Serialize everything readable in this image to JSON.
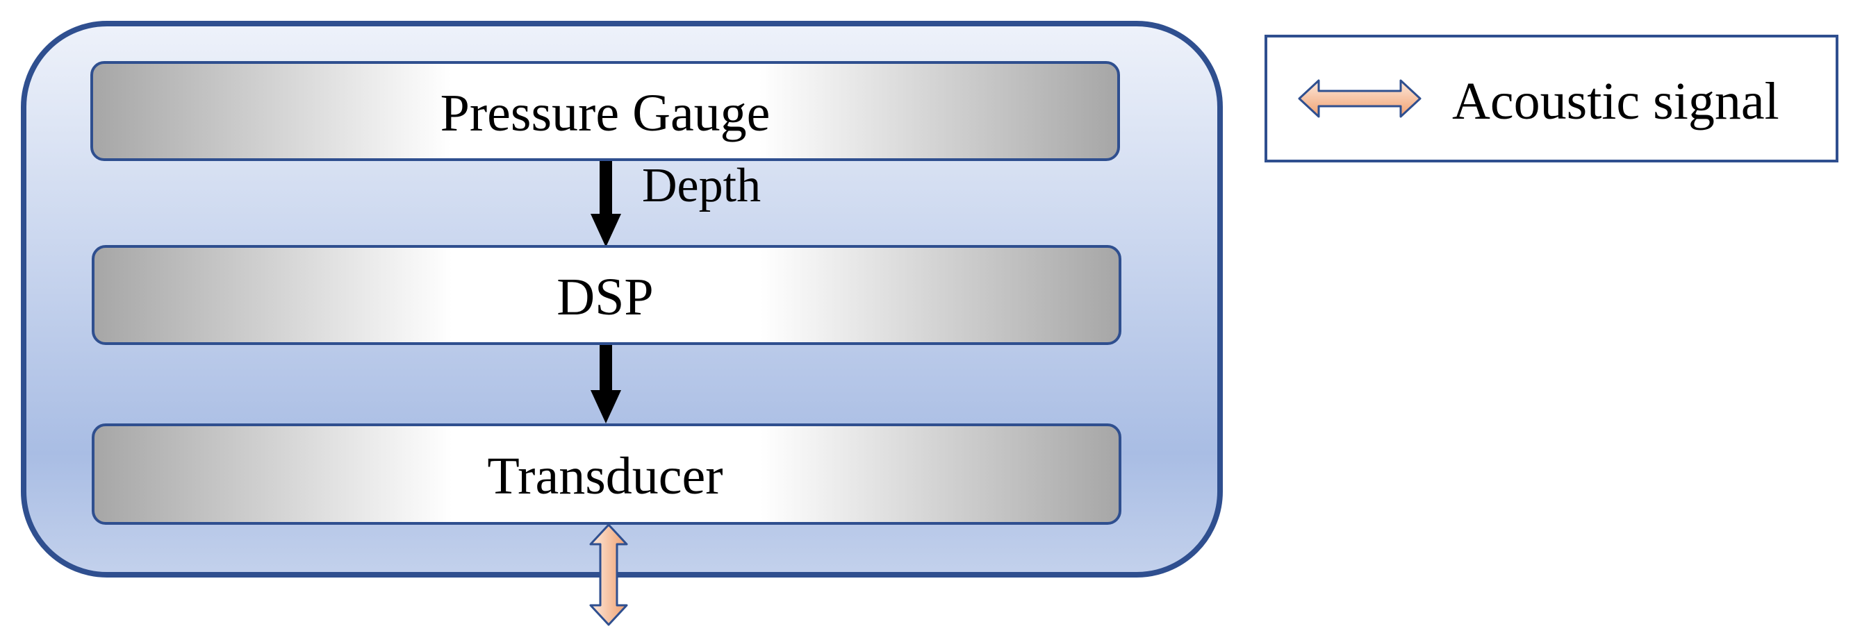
{
  "blocks": [
    {
      "id": "pressure-gauge",
      "label": "Pressure Gauge"
    },
    {
      "id": "dsp",
      "label": "DSP"
    },
    {
      "id": "transducer",
      "label": "Transducer"
    }
  ],
  "edges": [
    {
      "from": "pressure-gauge",
      "to": "dsp",
      "label": "Depth"
    },
    {
      "from": "dsp",
      "to": "transducer",
      "label": ""
    }
  ],
  "legend": {
    "acoustic_signal_label": "Acoustic signal"
  },
  "colors": {
    "container_border": "#2f4f8f",
    "container_fill_top": "#eef2fa",
    "container_fill_bottom": "#a9bde4",
    "block_border": "#2f4f8f",
    "block_gray": "#a6a6a6",
    "block_light": "#ffffff",
    "arrow": "#000000",
    "acoustic_fill_light": "#fde9dc",
    "acoustic_fill_dark": "#f0a070",
    "acoustic_border": "#2f4f8f",
    "legend_border": "#2f4f8f"
  }
}
